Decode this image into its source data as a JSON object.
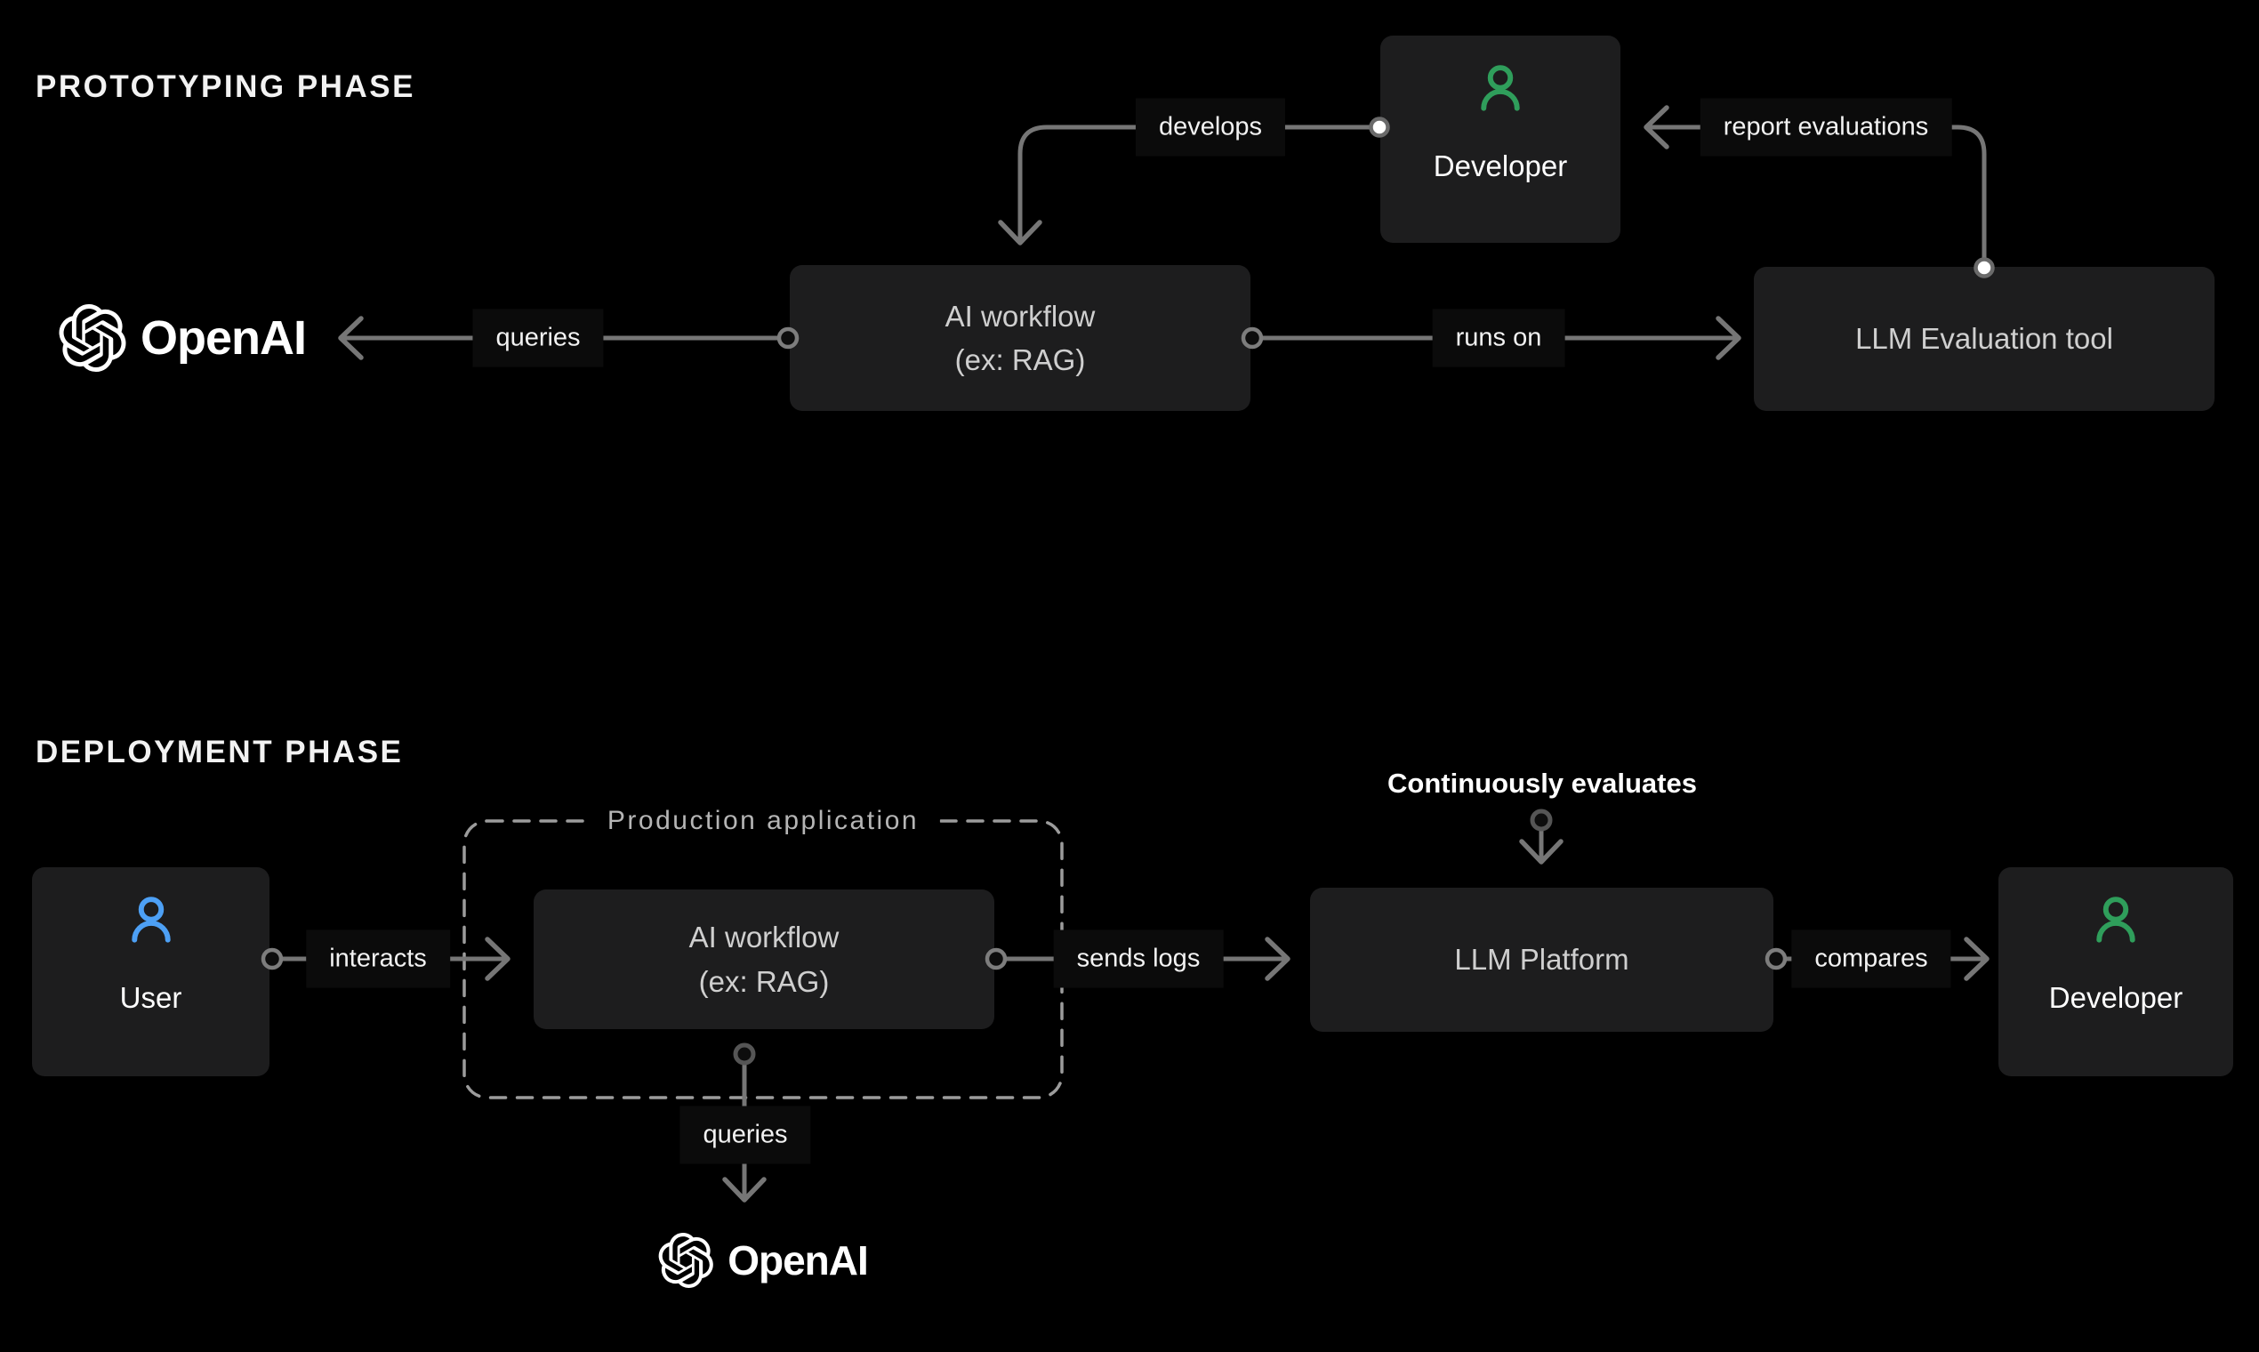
{
  "colors": {
    "background": "#000000",
    "node_background": "#1d1d1e",
    "node_text": "#cfcfcf",
    "connector_line": "#767676",
    "dashed_border": "#9c9c9c",
    "label_text": "#f2f2f2",
    "developer_green": "#2f9e5b",
    "user_blue": "#4da0f5",
    "white": "#ffffff"
  },
  "prototyping": {
    "title": "PROTOTYPING PHASE",
    "nodes": {
      "openai": {
        "label": "OpenAI",
        "icon": "openai-icon"
      },
      "ai_workflow": {
        "line1": "AI workflow",
        "line2": "(ex: RAG)"
      },
      "developer": {
        "label": "Developer",
        "icon": "person-icon"
      },
      "llm_eval_tool": {
        "label": "LLM Evaluation tool"
      }
    },
    "edges": {
      "queries": "queries",
      "develops": "develops",
      "runs_on": "runs on",
      "report_evaluations": "report evaluations"
    }
  },
  "deployment": {
    "title": "DEPLOYMENT PHASE",
    "annotation": "Continuously evaluates",
    "nodes": {
      "user": {
        "label": "User",
        "icon": "person-icon"
      },
      "production_application": {
        "label": "Production application"
      },
      "ai_workflow": {
        "line1": "AI workflow",
        "line2": "(ex: RAG)"
      },
      "llm_platform": {
        "label": "LLM Platform"
      },
      "developer": {
        "label": "Developer",
        "icon": "person-icon"
      },
      "openai": {
        "label": "OpenAI",
        "icon": "openai-icon"
      }
    },
    "edges": {
      "interacts": "interacts",
      "sends_logs": "sends logs",
      "compares": "compares",
      "queries": "queries"
    }
  }
}
